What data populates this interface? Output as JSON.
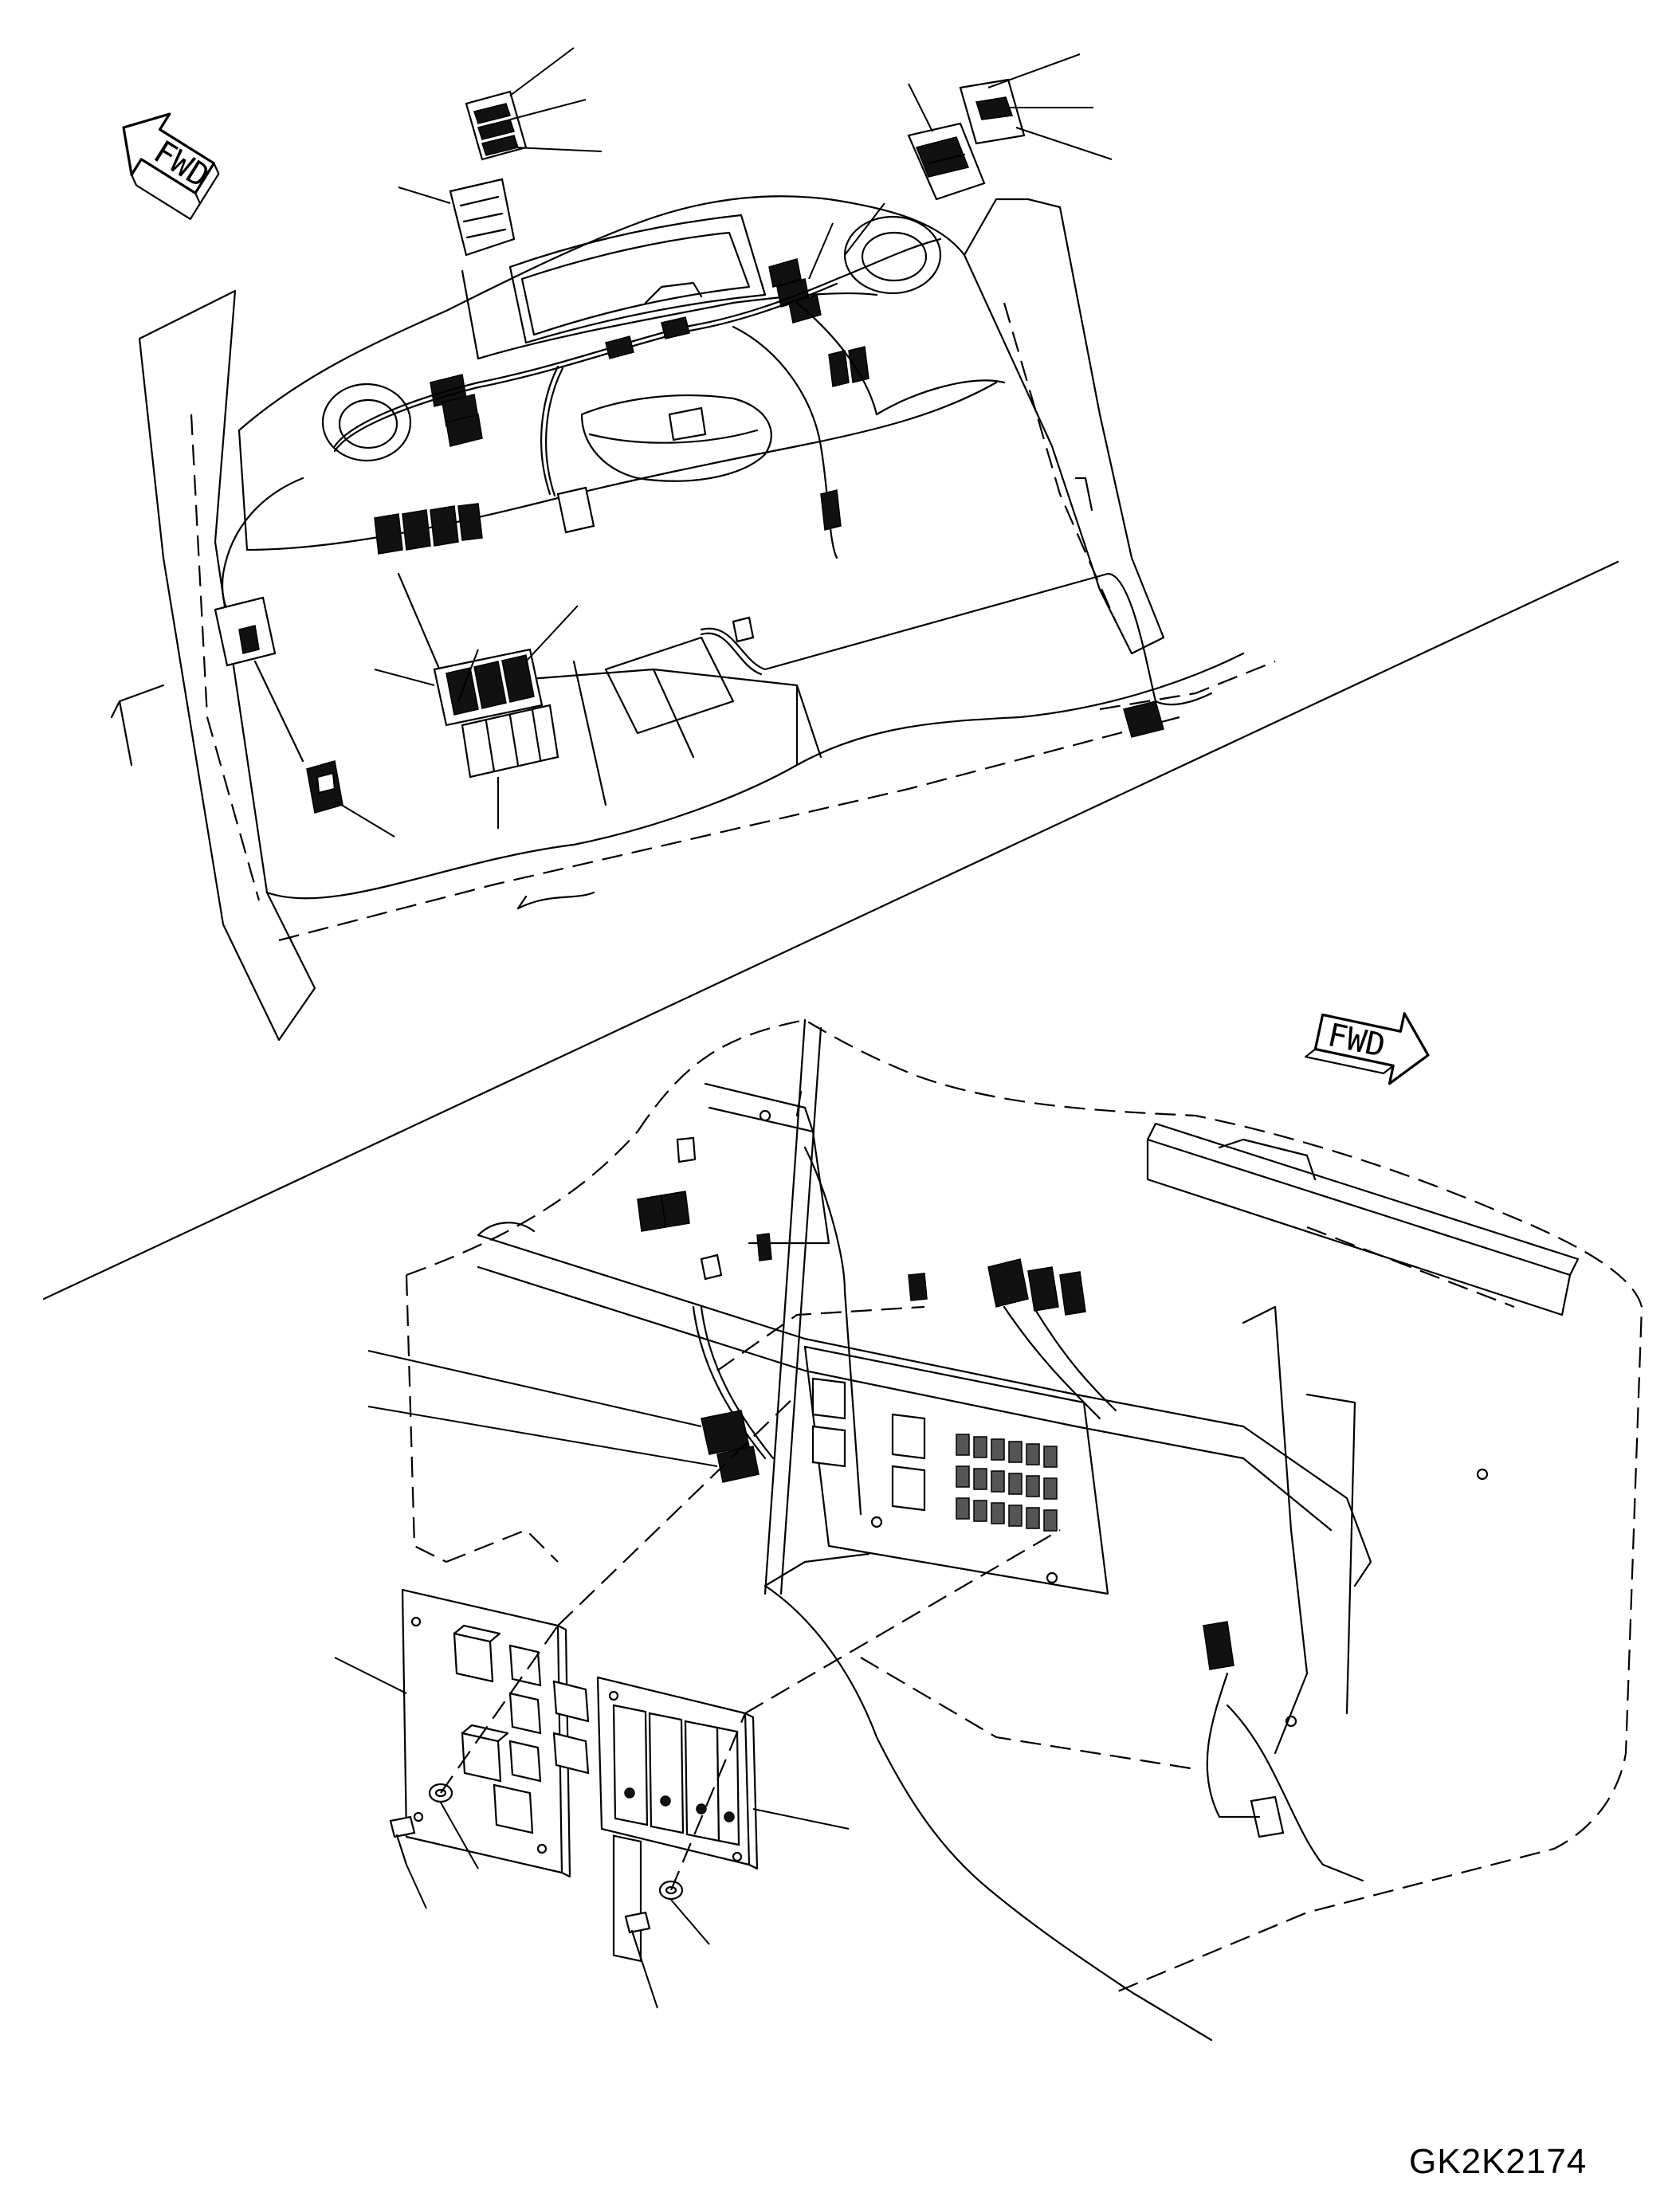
{
  "drawing": {
    "code": "GK2K2174",
    "upper_view": {
      "direction_label": "FWD"
    },
    "lower_view": {
      "direction_label": "FWD"
    }
  },
  "colors": {
    "line": "#000000",
    "background": "#ffffff"
  },
  "icons": [
    "fwd-arrow-icon",
    "fwd-arrow-icon"
  ]
}
